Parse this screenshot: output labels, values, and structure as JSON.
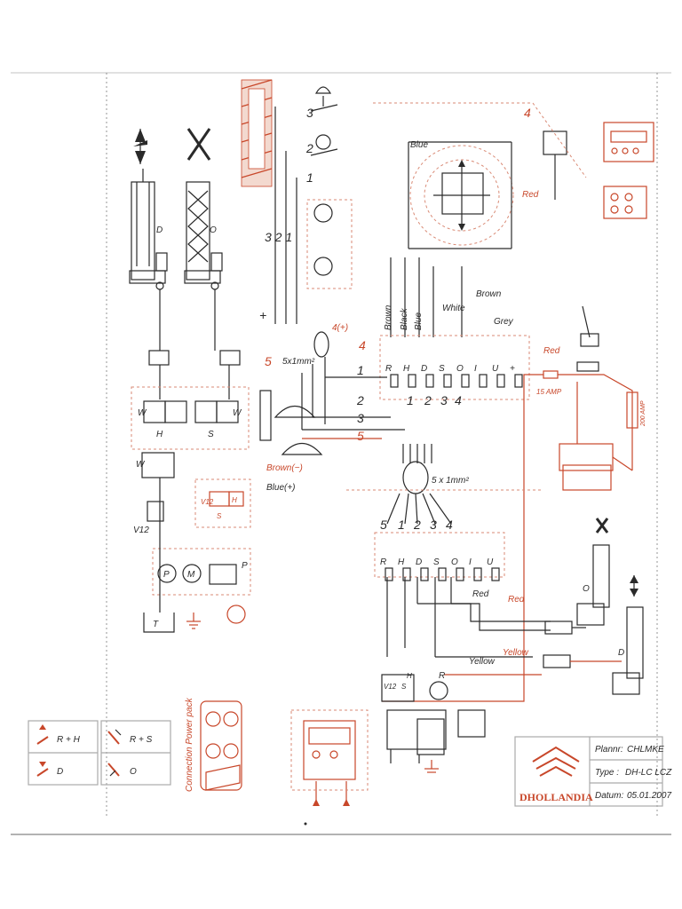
{
  "title_block": {
    "logo_text": "DHOLLANDIA",
    "plan_label": "Plannr:",
    "plan_value": "CHLMKE",
    "type_label": "Type :",
    "type_value": "DH-LC LCZ",
    "date_label": "Datum:",
    "date_value": "05.01.2007"
  },
  "wire_colors": {
    "blue": "Blue",
    "brown": "Brown",
    "black": "Black",
    "white": "White",
    "grey": "Grey",
    "red": "Red",
    "yellow": "Yellow",
    "brown_neg": "Brown(−)",
    "blue_pos": "Blue(+)"
  },
  "terminals": {
    "upper": [
      "R",
      "H",
      "D",
      "S",
      "O",
      "I",
      "U",
      "+"
    ],
    "upper_numbers": [
      "1",
      "2",
      "3",
      "5",
      "1",
      "2",
      "3",
      "4"
    ],
    "lower": [
      "R",
      "H",
      "D",
      "S",
      "O",
      "I",
      "U"
    ],
    "lower_numbers": [
      "5",
      "1",
      "2",
      "3",
      "4"
    ]
  },
  "labels": {
    "cable_top": "5x1mm²",
    "cable_bottom": "5 x 1mm²",
    "fuse": "15 AMP",
    "fuse_side": "200 AMP",
    "positive": "4(+)",
    "plus": "+",
    "switch_3": "3",
    "switch_2": "2",
    "switch_1": "1",
    "wire_321": "3 2 1",
    "wire_5": "5",
    "wire_4": "4",
    "valve_v12": "V12",
    "valve_h": "H",
    "valve_s": "S",
    "valve_w": "W",
    "cyl_d": "D",
    "cyl_o": "O",
    "pump_p": "P",
    "motor_m": "M",
    "tank_t": "T",
    "pressure_p": "P",
    "relay_r": "R"
  },
  "legend": {
    "items": [
      {
        "text": "R + H"
      },
      {
        "text": "R + S"
      },
      {
        "text": "D"
      },
      {
        "text": "O"
      }
    ],
    "power_pack_label": "Connection Power pack"
  },
  "colors": {
    "ink": "#2a2a2a",
    "red": "#c8472a",
    "red_light": "#d98a75"
  }
}
